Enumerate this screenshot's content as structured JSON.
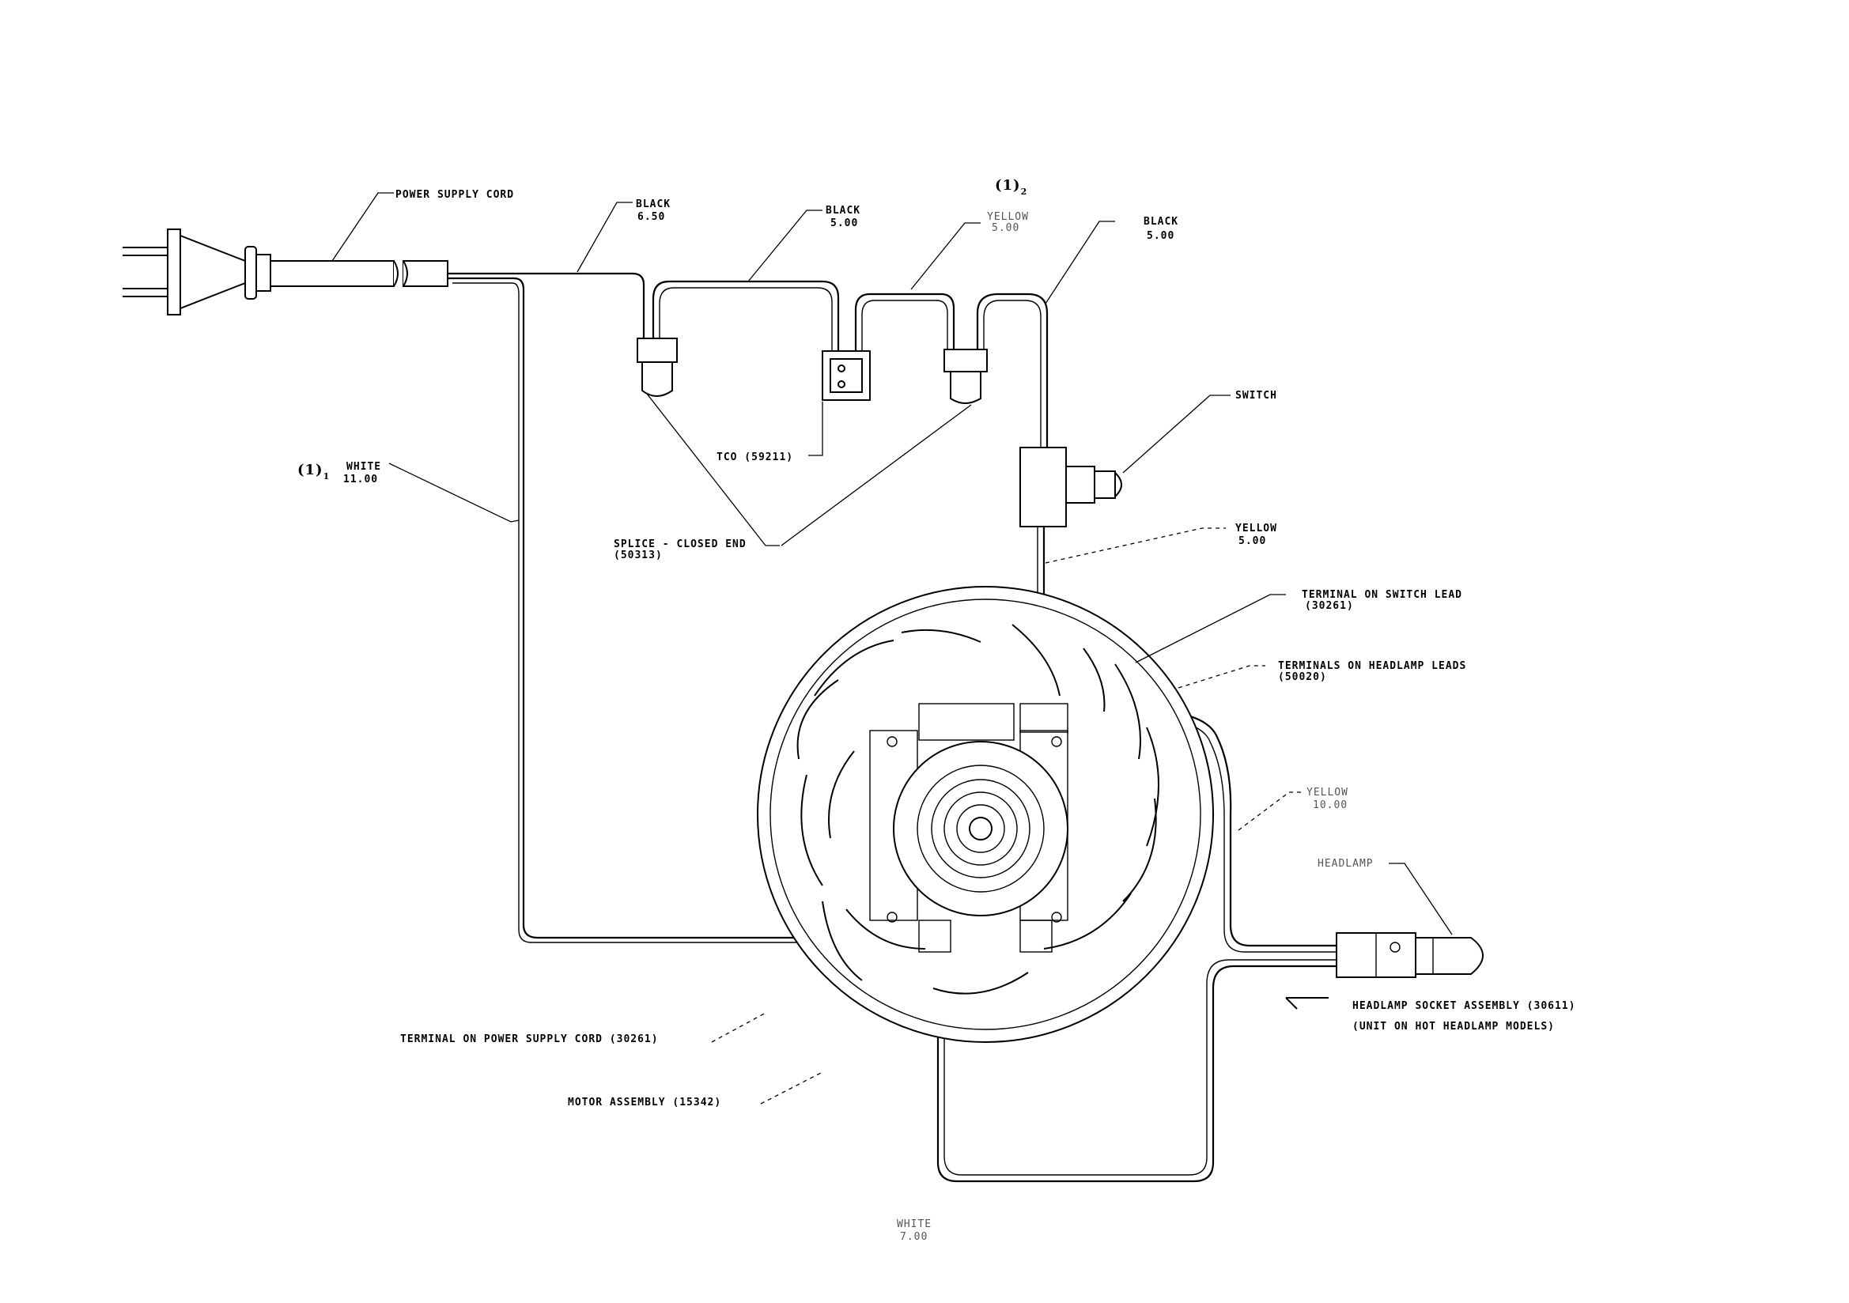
{
  "labels": {
    "power_supply_cord": "POWER SUPPLY CORD",
    "black_650_name": "BLACK",
    "black_650_len": "6.50",
    "black_500a_name": "BLACK",
    "black_500a_len": "5.00",
    "circle2": "(1)",
    "circle2_sub": "2",
    "yellow_500a_name": "YELLOW",
    "yellow_500a_len": "5.00",
    "black_500b_name": "BLACK",
    "black_500b_len": "5.00",
    "switch": "SWITCH",
    "circle1": "(1)",
    "circle1_sub": "1",
    "white_1100_name": "WHITE",
    "white_1100_len": "11.00",
    "tco": "TCO (59211)",
    "splice_line1": "SPLICE - CLOSED END",
    "splice_line2": "(50313)",
    "yellow_500b_name": "YELLOW",
    "yellow_500b_len": "5.00",
    "terminal_switch_line1": "TERMINAL ON SWITCH LEAD",
    "terminal_switch_line2": "(30261)",
    "terminals_headlamp_line1": "TERMINALS ON HEADLAMP LEADS",
    "terminals_headlamp_line2": "(50020)",
    "yellow_1000_name": "YELLOW",
    "yellow_1000_len": "10.00",
    "headlamp": "HEADLAMP",
    "headlamp_socket_line1": "HEADLAMP SOCKET ASSEMBLY (30611)",
    "headlamp_socket_line2": "(UNIT ON HOT HEADLAMP MODELS)",
    "terminal_power_cord": "TERMINAL ON POWER SUPPLY CORD (30261)",
    "motor_assembly": "MOTOR ASSEMBLY (15342)",
    "white_700_name": "WHITE",
    "white_700_len": "7.00"
  }
}
